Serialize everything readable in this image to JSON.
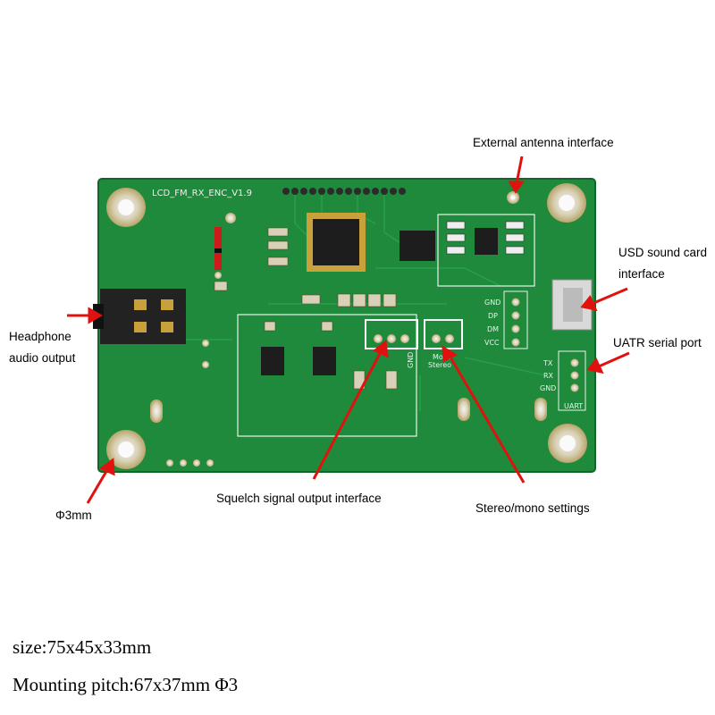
{
  "board": {
    "silkscreen_title": "LCD_FM_RX_ENC_V1.9",
    "usb_pins": [
      "GND",
      "DP",
      "DM",
      "VCC"
    ],
    "uart_pins": [
      "TX",
      "RX",
      "GND"
    ],
    "uart_header": "UART",
    "squelch_pin": "GND",
    "mode_pins": [
      "Mono",
      "Stereo"
    ],
    "colors": {
      "pcb": "#1f8a3c",
      "copper": "#c8a13a",
      "callout_arrow": "#e0120f"
    }
  },
  "callouts": {
    "antenna": "External antenna interface",
    "usb_line1": "USD sound card",
    "usb_line2": "interface",
    "headphone_line1": "Headphone",
    "headphone_line2": "audio output",
    "uart": "UATR serial port",
    "hole": "Φ3mm",
    "squelch": "Squelch signal output interface",
    "stereo": "Stereo/mono settings"
  },
  "specs": {
    "size": "size:75x45x33mm",
    "mounting": "Mounting pitch:67x37mm   Φ3"
  }
}
